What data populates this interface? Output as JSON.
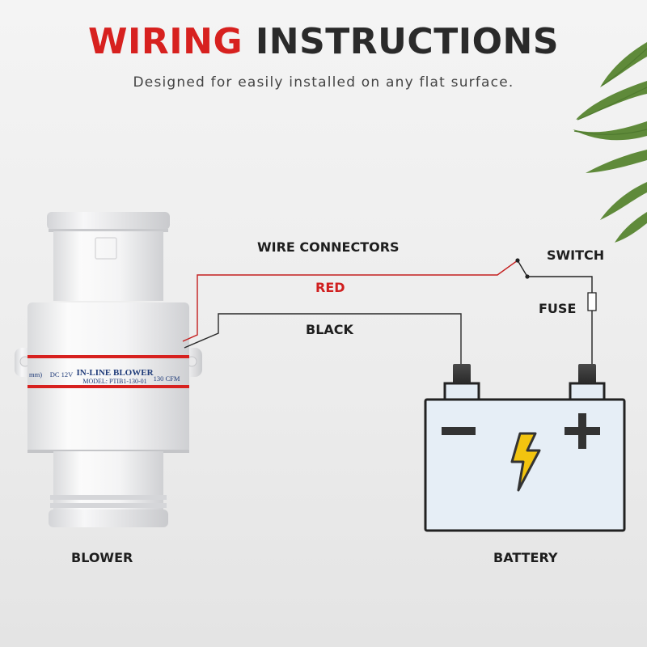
{
  "header": {
    "title_part1": "WIRING",
    "title_part2": "INSTRUCTIONS",
    "subtitle": "Designed for easily installed on any flat surface."
  },
  "diagram": {
    "wire_connectors_label": "WIRE CONNECTORS",
    "red_wire_label": "RED",
    "black_wire_label": "BLACK",
    "switch_label": "SWITCH",
    "fuse_label": "FUSE",
    "blower_label": "BLOWER",
    "battery_label": "BATTERY",
    "battery_minus": "−",
    "battery_plus": "+"
  },
  "blower": {
    "product_name": "IN-LINE BLOWER",
    "model": "MODEL: PTIB1-130-01",
    "voltage": "DC 12V",
    "airflow": "130 CFM",
    "size_fragment": "mm)"
  },
  "colors": {
    "accent_red": "#d7211f",
    "text_dark": "#2a2a2a",
    "bolt_yellow": "#f2c40f",
    "battery_fill": "#e6eef6"
  }
}
